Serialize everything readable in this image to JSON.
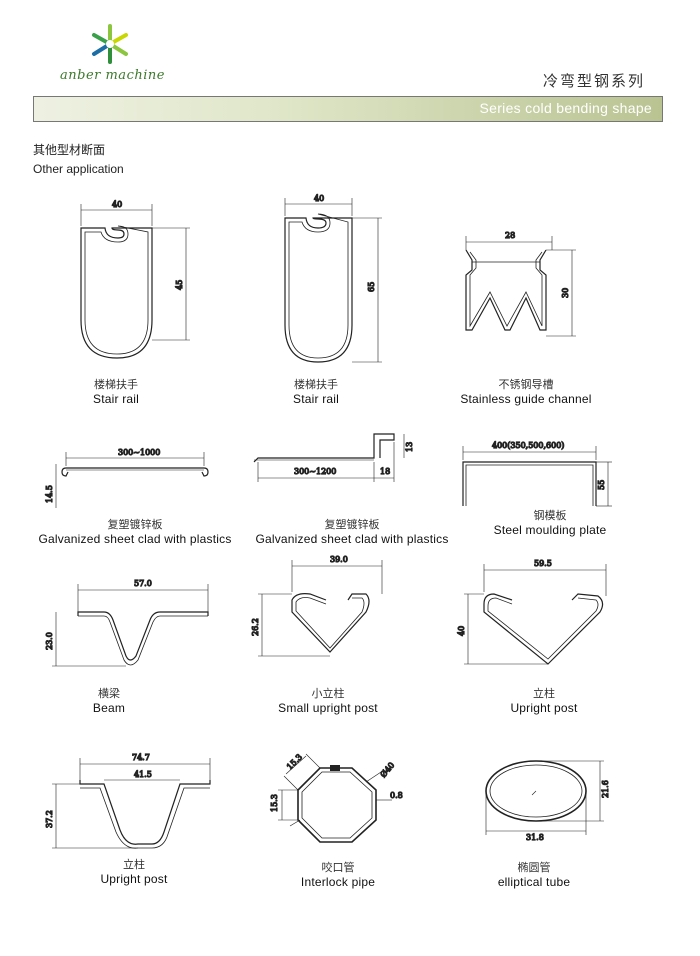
{
  "brand": {
    "logo_text": "anber machine",
    "logo_icon": "snowflake-arrows-icon"
  },
  "header": {
    "title_cn": "冷弯型钢系列",
    "banner": "Series cold bending shape"
  },
  "section": {
    "title_cn": "其他型材断面",
    "title_en": "Other application"
  },
  "items": [
    {
      "cn": "楼梯扶手",
      "en": "Stair rail",
      "dims": [
        "40",
        "45"
      ]
    },
    {
      "cn": "楼梯扶手",
      "en": "Stair rail",
      "dims": [
        "40",
        "65"
      ]
    },
    {
      "cn": "不锈钢导槽",
      "en": "Stainless  guide  channel",
      "dims": [
        "28",
        "30"
      ]
    },
    {
      "cn": "复塑镀锌板",
      "en": "Galvanized sheet clad with plastics",
      "dims": [
        "300~1000",
        "14.5"
      ]
    },
    {
      "cn": "复塑镀锌板",
      "en": "Galvanized sheet clad with plastics",
      "dims": [
        "300~1200",
        "18",
        "13"
      ]
    },
    {
      "cn": "钢模板",
      "en": "Steel moulding plate",
      "dims": [
        "400(350,500,600)",
        "55"
      ]
    },
    {
      "cn": "横梁",
      "en": "Beam",
      "dims": [
        "57.0",
        "23.0"
      ]
    },
    {
      "cn": "小立柱",
      "en": "Small upright post",
      "dims": [
        "39.0",
        "26.2"
      ]
    },
    {
      "cn": "立柱",
      "en": "Upright post",
      "dims": [
        "59.5",
        "40"
      ]
    },
    {
      "cn": "立柱",
      "en": "Upright post",
      "dims": [
        "74.7",
        "41.5",
        "37.2"
      ]
    },
    {
      "cn": "咬口管",
      "en": "Interlock pipe",
      "dims": [
        "15.3",
        "15.3",
        "Ø40",
        "0.8"
      ]
    },
    {
      "cn": "椭圆管",
      "en": "elliptical tube",
      "dims": [
        "21.6",
        "31.8"
      ]
    }
  ]
}
